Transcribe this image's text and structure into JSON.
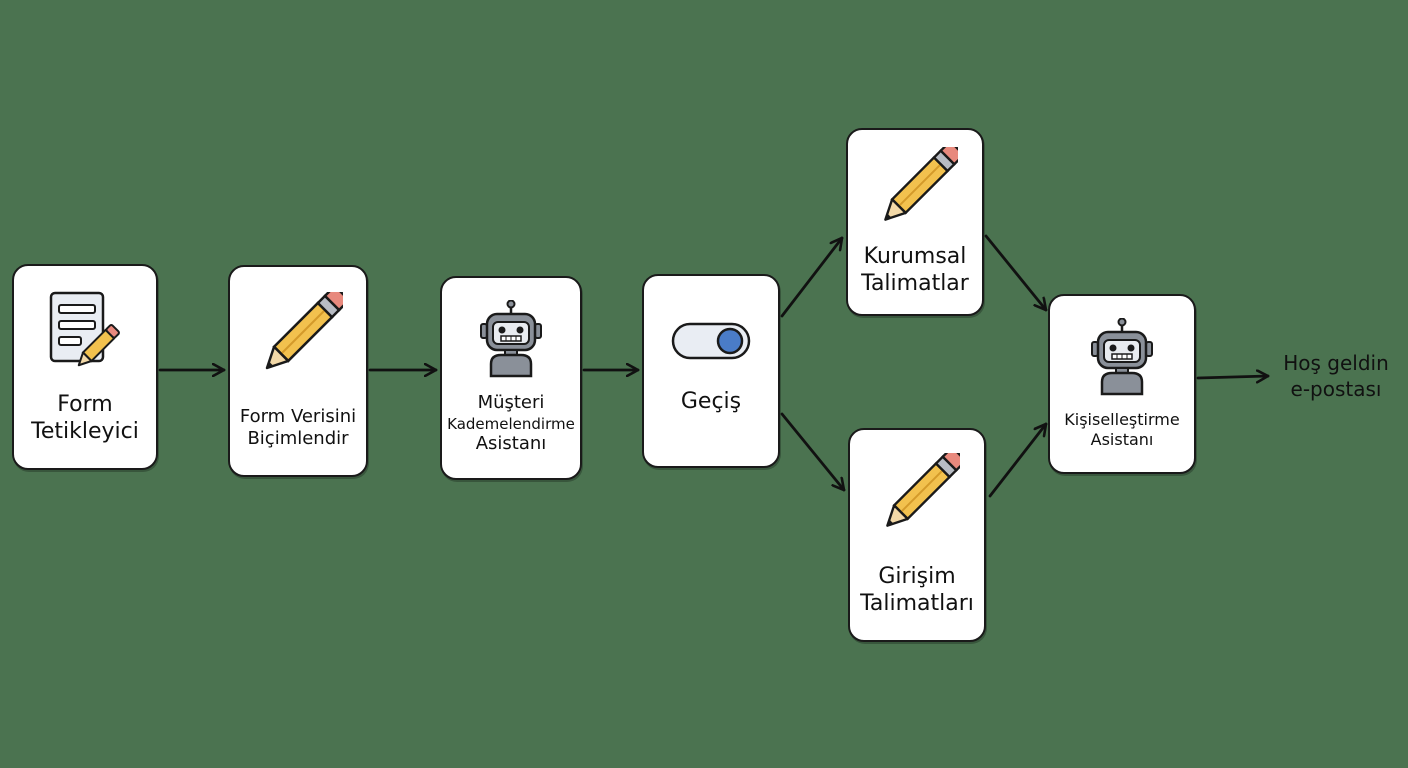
{
  "nodes": {
    "form_trigger": {
      "label_line1": "Form",
      "label_line2": "Tetikleyici",
      "icon": "form-document-icon"
    },
    "format_data": {
      "label_line1": "Form Verisini",
      "label_line2": "Biçimlendir",
      "icon": "pencil-icon"
    },
    "customer_tiering": {
      "label_line1": "Müşteri",
      "label_line2": "Kademelendirme",
      "label_line3": "Asistanı",
      "icon": "robot-icon"
    },
    "switch": {
      "label": "Geçiş",
      "icon": "toggle-switch-icon"
    },
    "corporate_instructions": {
      "label_line1": "Kurumsal",
      "label_line2": "Talimatlar",
      "icon": "pencil-icon"
    },
    "startup_instructions": {
      "label_line1": "Girişim",
      "label_line2": "Talimatları",
      "icon": "pencil-icon"
    },
    "personalization": {
      "label_line1": "Kişiselleştirme",
      "label_line2": "Asistanı",
      "icon": "robot-icon"
    }
  },
  "output": {
    "label_line1": "Hoş geldin",
    "label_line2": "e-postası"
  },
  "colors": {
    "background": "#4b7350",
    "node_fill": "#ffffff",
    "stroke": "#1a1a1a",
    "pencil_body": "#f2c14e",
    "pencil_eraser": "#e8897d",
    "robot_body": "#8a9099",
    "toggle_knob": "#4a7cc7"
  }
}
